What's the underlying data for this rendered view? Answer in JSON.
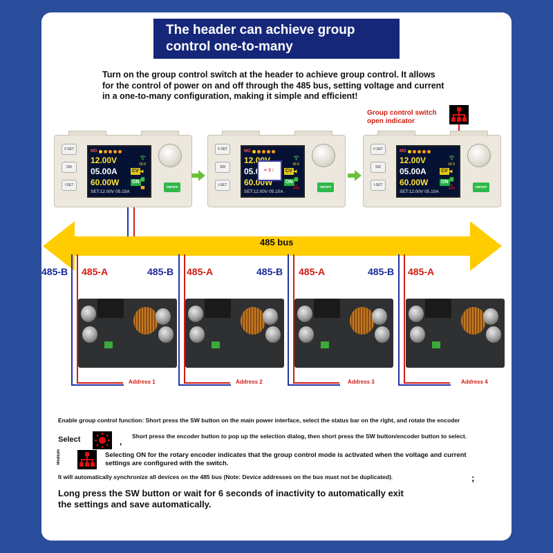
{
  "header": {
    "line1": "The header can achieve group",
    "line2": "control one-to-many"
  },
  "intro": "Turn on the group control switch at the header to achieve group control. It allows for the control of power on and off through the 485 bus, setting voltage and current in a one-to-many configuration, making it simple and efficient!",
  "indicator": {
    "label_line1": "Group control switch",
    "label_line2": "open indicator",
    "icon": "group-control-network-icon"
  },
  "modules": [
    {
      "buttons": [
        "V-SET",
        "SW",
        "I-SET"
      ],
      "mode": "MO",
      "voltage": "12.00V",
      "current": "05.00A",
      "power": "60.00W",
      "cv_tag": "CV",
      "on_tag": "ON",
      "set_line": "SET:12.00V 05.10A",
      "temp": "18.9",
      "onoff": "ON/OFF"
    },
    {
      "buttons": [
        "V-SET",
        "SW",
        "I-SET"
      ],
      "mode": "MO",
      "voltage": "12.00V",
      "current": "05.00A",
      "power": "60.00W",
      "cv_tag": "CV",
      "on_tag": "ON",
      "set_line": "SET:12.00V 05.10A",
      "temp": "18.9",
      "onoff": "ON/OFF",
      "popup": "☀ $ ☾"
    },
    {
      "buttons": [
        "V-SET",
        "SW",
        "I-SET"
      ],
      "mode": "MO",
      "voltage": "12.00V",
      "current": "05.00A",
      "power": "60.00W",
      "cv_tag": "CV",
      "on_tag": "ON",
      "set_line": "SET:12.00V 05.10A",
      "temp": "18.9",
      "onoff": "ON/OFF"
    }
  ],
  "bus": {
    "label": "485 bus"
  },
  "wire_labels": {
    "b": "485-B",
    "a": "485-A"
  },
  "addresses": [
    "Address 1",
    "Address 2",
    "Address 3",
    "Address 4"
  ],
  "instructions": {
    "enable": "Enable group control function: Short press the SW button on the main power interface, select the status bar on the right, and rotate the encoder",
    "select_label": "Select",
    "comma": ",",
    "select_text": "Short press the encoder button to pop up the selection dialog, then short press the SW button/encoder button to select.",
    "medium_label": "Medium",
    "selecting_on": "Selecting ON for the rotary encoder indicates that the group control mode is activated when the voltage and current settings are configured with the switch.",
    "sync": "It will automatically synchronize all devices on the 485 bus (Note: Device addresses on the bus must not be duplicated).",
    "semicolon": ";",
    "exit": "Long press the SW button or wait for 6 seconds of inactivity to automatically exit the settings and save automatically."
  },
  "colors": {
    "background": "#2a4d9c",
    "banner": "#16277a",
    "bus": "#ffcc00",
    "wire_b": "#2233aa",
    "wire_a": "#d01c12",
    "accent_red": "#d01c12"
  }
}
